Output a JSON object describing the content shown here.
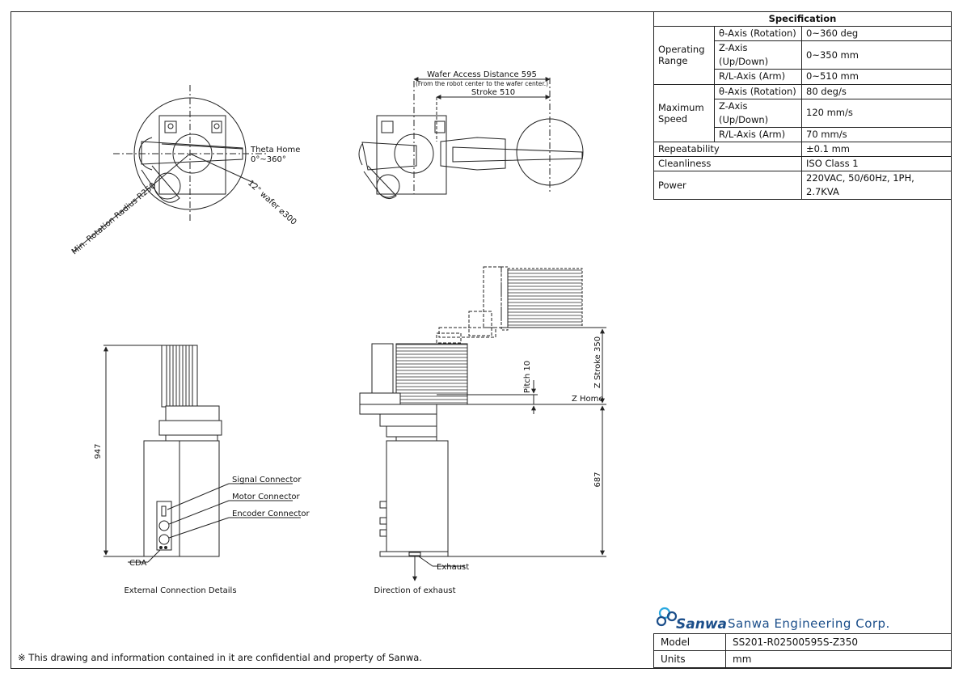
{
  "spec": {
    "title": "Specification",
    "operating_range": {
      "label": "Operating Range",
      "rows": [
        {
          "axis": "θ-Axis (Rotation)",
          "value": "0~360 deg"
        },
        {
          "axis": "Z-Axis (Up/Down)",
          "value": "0~350 mm"
        },
        {
          "axis": "R/L-Axis (Arm)",
          "value": "0~510 mm"
        }
      ]
    },
    "maximum_speed": {
      "label": "Maximum Speed",
      "rows": [
        {
          "axis": "θ-Axis (Rotation)",
          "value": "80 deg/s"
        },
        {
          "axis": "Z-Axis (Up/Down)",
          "value": "120 mm/s"
        },
        {
          "axis": "R/L-Axis (Arm)",
          "value": "70 mm/s"
        }
      ]
    },
    "repeatability": {
      "label": "Repeatability",
      "value": "±0.1 mm"
    },
    "cleanliness": {
      "label": "Cleanliness",
      "value": "ISO Class 1"
    },
    "power": {
      "label": "Power",
      "value": "220VAC, 50/60Hz, 1PH, 2.7KVA"
    }
  },
  "top_view_left": {
    "theta_home": "Theta Home",
    "theta_range": "0°~360°",
    "wafer": "12\" wafer ⌀300",
    "radius": "Min. Rotation Radius R250"
  },
  "top_view_right": {
    "access": "Wafer Access Distance 595",
    "access_note": "(From the robot center to the wafer center.)",
    "stroke": "Stroke 510"
  },
  "front_view": {
    "height": "947",
    "signal": "Signal Connector",
    "motor": "Motor Connector",
    "encoder": "Encoder Connector",
    "cda": "CDA",
    "caption": "External Connection Details"
  },
  "side_view": {
    "z_stroke": "Z Stroke 350",
    "pitch": "Pitch 10",
    "z_home": "Z Home",
    "base_height": "687",
    "exhaust": "Exhaust",
    "caption": "Direction of exhaust"
  },
  "company": {
    "logo": "Sanwa",
    "name": "Sanwa Engineering Corp.",
    "color": "#1b4e8a",
    "accent": "#29a8e0"
  },
  "title_block": {
    "model_label": "Model",
    "model_value": "SS201-R02500595S-Z350",
    "units_label": "Units",
    "units_value": "mm"
  },
  "footer": "※ This drawing and information contained in it are confidential and property of Sanwa."
}
